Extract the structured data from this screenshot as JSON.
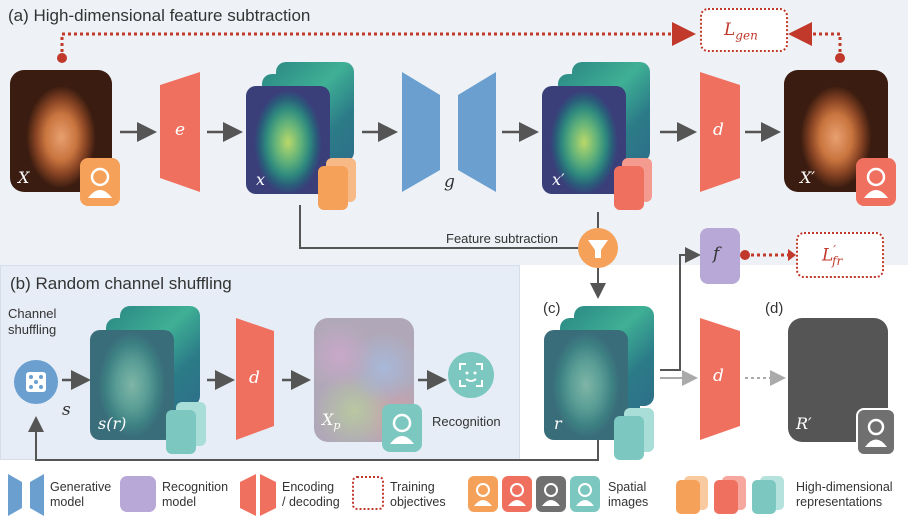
{
  "panels": {
    "a_title": "(a) High-dimensional feature subtraction",
    "b_title": "(b) Random channel shuffling",
    "c_label": "(c)",
    "d_label": "(d)"
  },
  "symbols": {
    "X": "X",
    "e": "e",
    "x": "x",
    "g": "g",
    "x_prime": "x′",
    "d": "d",
    "X_prime": "X′",
    "f": "f",
    "s": "s",
    "s_r": "s(r)",
    "X_p": "X",
    "X_p_sub": "p",
    "r": "r",
    "R_prime": "R′",
    "L_gen": "L",
    "L_gen_sub": "gen",
    "L_fr": "L",
    "L_fr_sup": "′",
    "L_fr_sub": "fr"
  },
  "labels": {
    "feature_subtraction": "Feature subtraction",
    "channel_shuffling_1": "Channel",
    "channel_shuffling_2": "shuffling",
    "recognition": "Recognition"
  },
  "legend": {
    "generative_1": "Generative",
    "generative_2": "model",
    "recognition_1": "Recognition",
    "recognition_2": "model",
    "encoding_1": "Encoding",
    "encoding_2": "/ decoding",
    "training_1": "Training",
    "training_2": "objectives",
    "spatial_1": "Spatial",
    "spatial_2": "images",
    "highdim_1": "High-dimensional",
    "highdim_2": "representations"
  },
  "colors": {
    "encoder": "#f07060",
    "generator": "#6a9fd0",
    "recognizer": "#b8a8d8",
    "loss": "#c0392b",
    "orange": "#f5a15a",
    "teal": "#7cc8c0",
    "gray": "#707070"
  }
}
